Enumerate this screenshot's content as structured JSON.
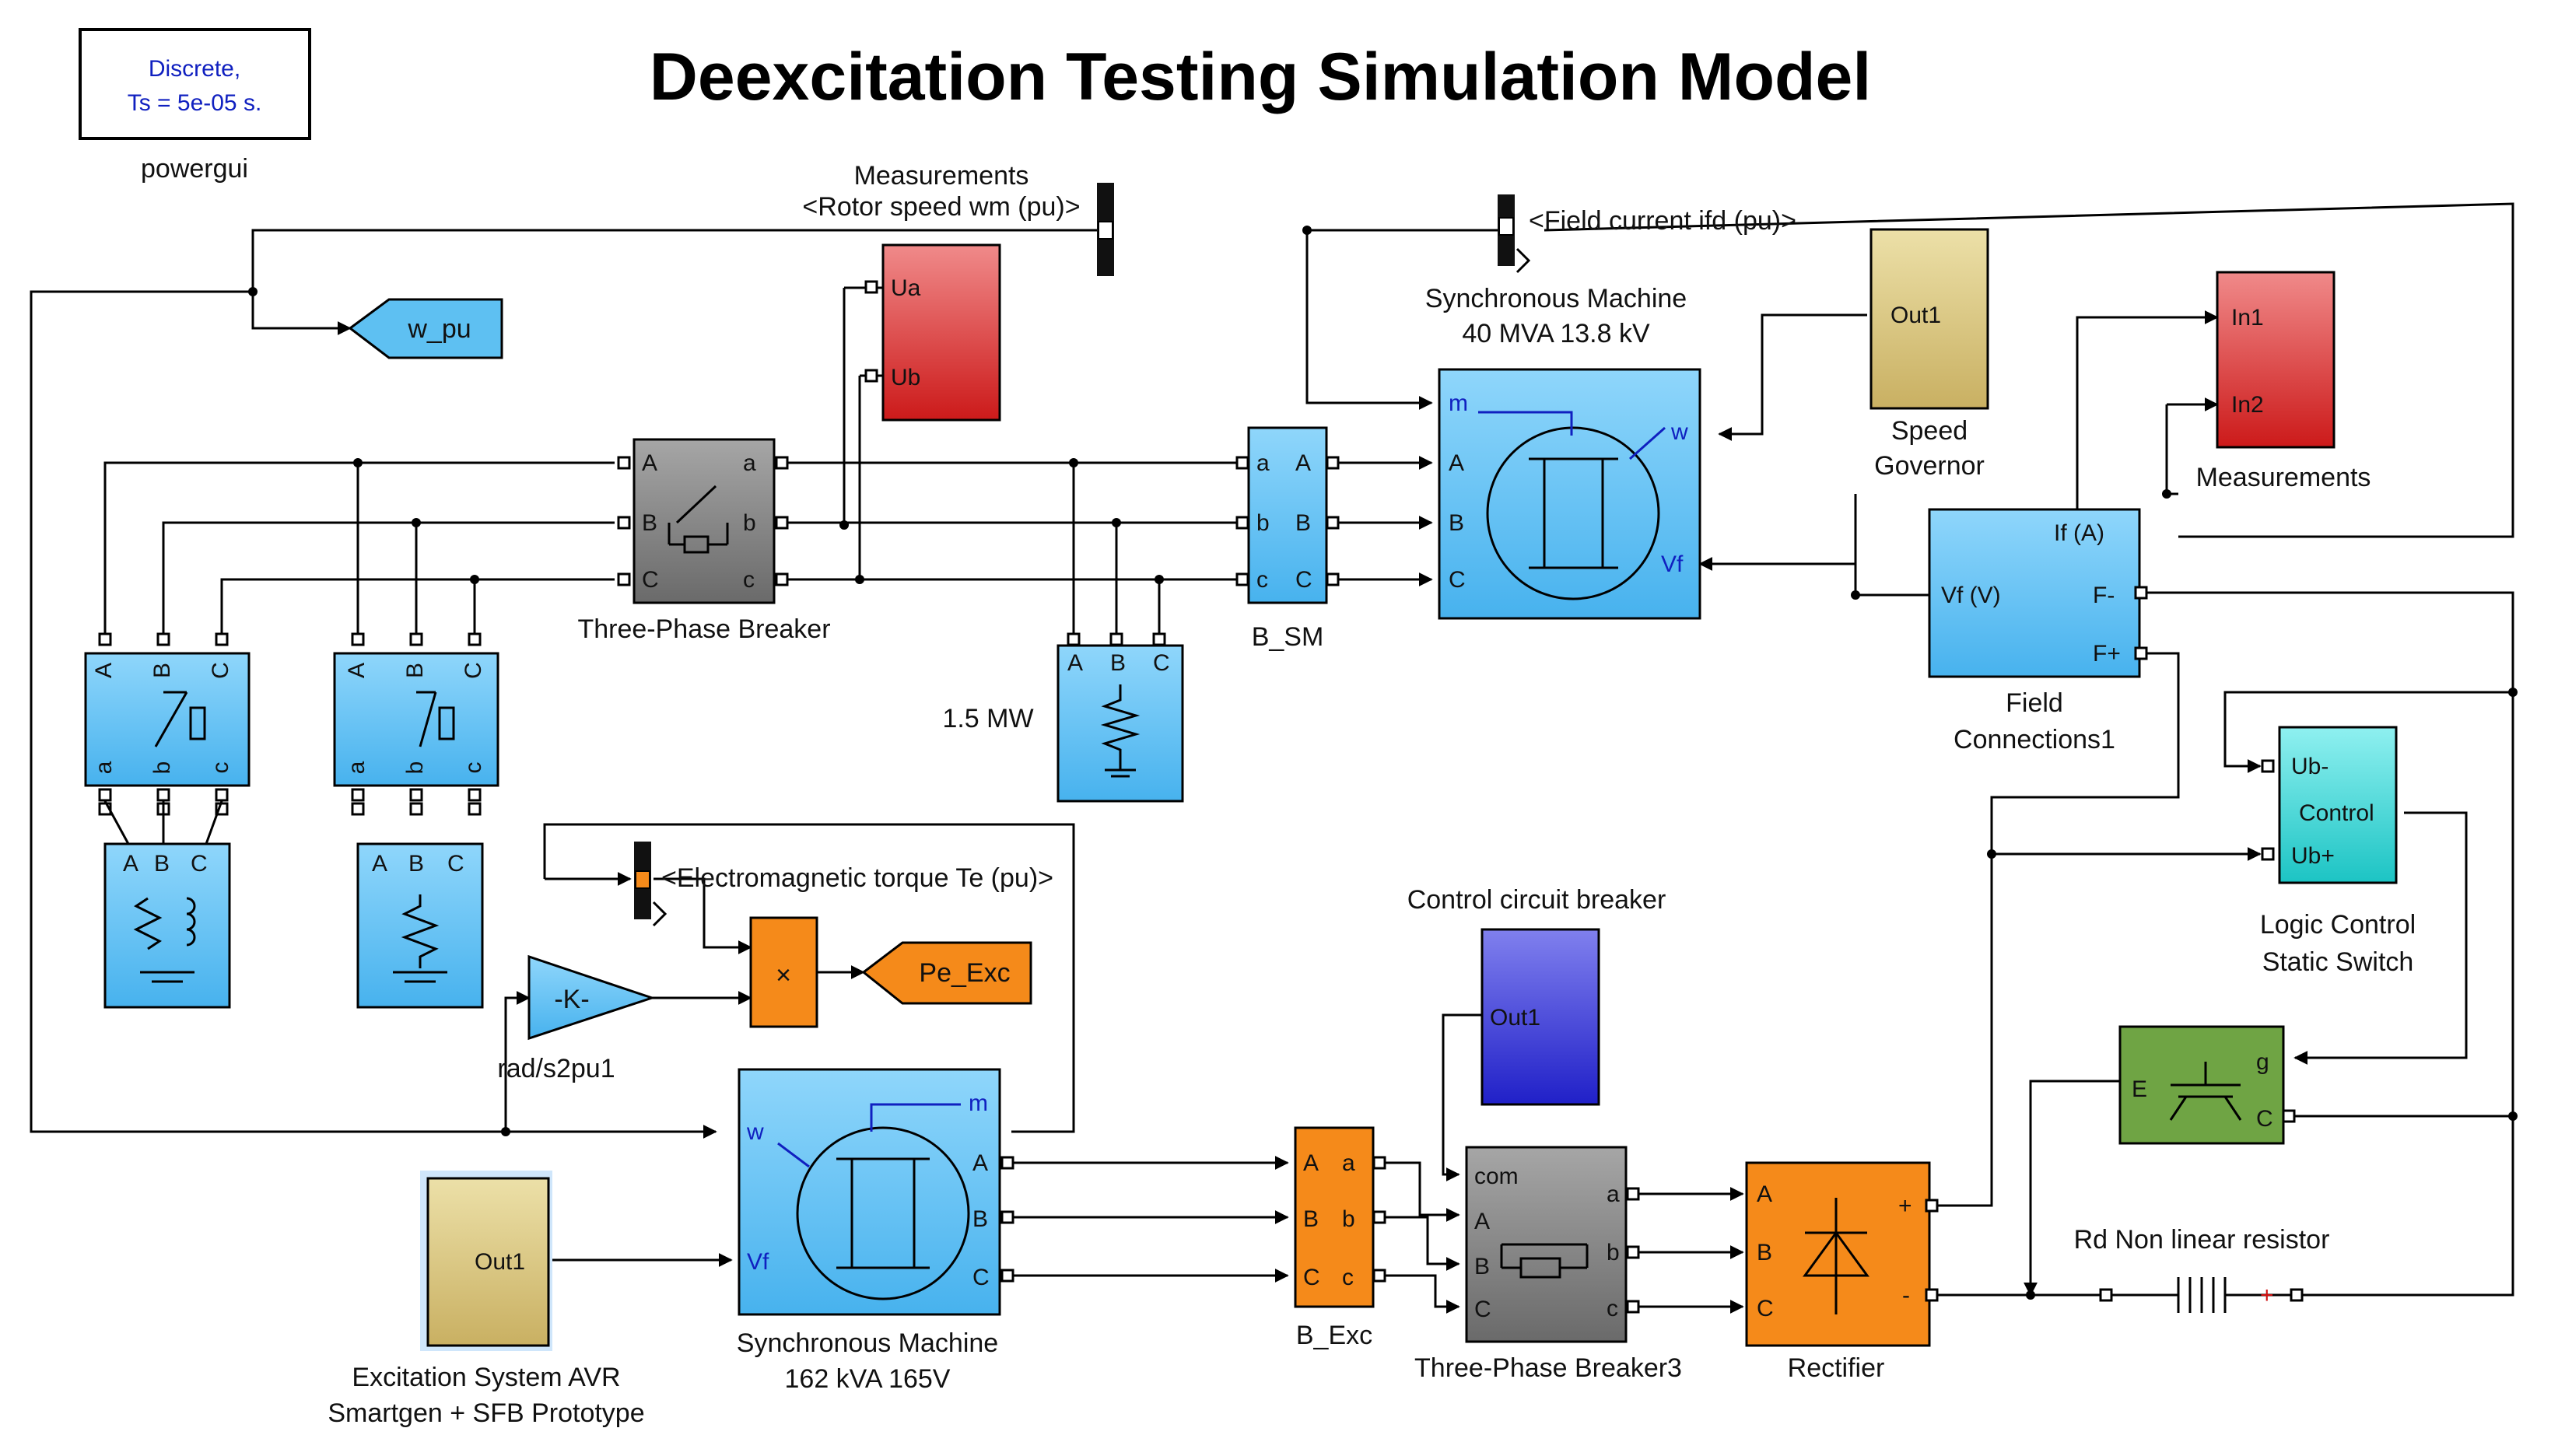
{
  "title": "Deexcitation Testing Simulation Model",
  "powergui": {
    "line1": "Discrete,",
    "line2": "Ts = 5e-05 s.",
    "label": "powergui"
  },
  "measurements_bus": {
    "label1": "Measurements",
    "label2": "<Rotor speed  wm  (pu)>"
  },
  "field_current_sel": "<Field current  ifd  (pu)>",
  "te_sel": "<Electromagnetic torque  Te (pu)>",
  "goto_wpu": "w_pu",
  "goto_pe": "Pe_Exc",
  "scope_top": {
    "in1": "Ua",
    "in2": "Ub"
  },
  "scope_right": {
    "in1": "In1",
    "in2": "In2",
    "label": "Measurements"
  },
  "sync_big": {
    "label1": "Synchronous Machine",
    "label2": "40 MVA 13.8 kV",
    "m": "m",
    "A": "A",
    "B": "B",
    "C": "C",
    "w": "w",
    "Vf": "Vf"
  },
  "sync_small": {
    "label1": "Synchronous Machine",
    "label2": "162 kVA 165V",
    "w": "w",
    "Vf": "Vf",
    "m": "m",
    "A": "A",
    "B": "B",
    "C": "C"
  },
  "speed_gov": {
    "out": "Out1",
    "label1": "Speed",
    "label2": "Governor"
  },
  "avr": {
    "out": "Out1",
    "label1": "Excitation System AVR",
    "label2": "Smartgen + SFB Prototype"
  },
  "ctrl_cb": {
    "out": "Out1",
    "label": "Control circuit breaker"
  },
  "field_conn": {
    "if": "If (A)",
    "vf": "Vf  (V)",
    "fminus": "F-",
    "fplus": "F+",
    "label1": "Field",
    "label2": "Connections1"
  },
  "logic": {
    "ubm": "Ub-",
    "ctrl": "Control",
    "ubp": "Ub+",
    "label1": "Logic Control",
    "label2": "Static Switch"
  },
  "breaker3ph": {
    "a": "a",
    "b": "b",
    "c": "c",
    "A": "A",
    "B": "B",
    "C": "C",
    "label": "Three-Phase Breaker"
  },
  "breaker3ph3": {
    "com": "com",
    "A": "A",
    "B": "B",
    "C": "C",
    "a": "a",
    "b": "b",
    "c": "c",
    "label": "Three-Phase Breaker3"
  },
  "b_sm": {
    "label": "B_SM",
    "a": "a",
    "b": "b",
    "c": "c",
    "A": "A",
    "B": "B",
    "C": "C"
  },
  "b_exc": {
    "label": "B_Exc",
    "A": "A",
    "B": "B",
    "C": "C",
    "a": "a",
    "b": "b",
    "c": "c"
  },
  "load": {
    "label": "1.5 MW",
    "A": "A",
    "B": "B",
    "C": "C"
  },
  "rectifier": {
    "label": "Rectifier",
    "A": "A",
    "B": "B",
    "C": "C",
    "plus": "+",
    "minus": "-"
  },
  "gain": {
    "text": "-K-",
    "label": "rad/s2pu1"
  },
  "product": "×",
  "igbt": {
    "E": "E",
    "g": "g",
    "C": "C"
  },
  "resistor": {
    "label": "Rd Non linear resistor",
    "plus": "+"
  },
  "small_blocks": {
    "A": "A",
    "B": "B",
    "C": "C",
    "a": "a",
    "b": "b",
    "c": "c"
  },
  "colors": {
    "blue": "#5ec0f2",
    "red": "#e04a4a",
    "orange": "#f58a1a",
    "khaki": "#d8c47e",
    "gray": "#8e8e8e",
    "teal": "#40d6d6",
    "green": "#6fa444",
    "purple": "#5a5adc"
  }
}
